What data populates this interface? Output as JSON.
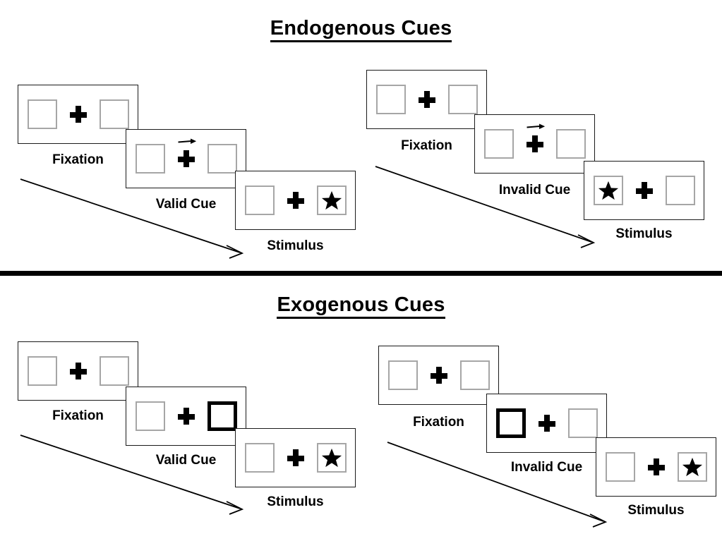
{
  "figure": {
    "sections": [
      {
        "id": "endogenous",
        "title": "Endogenous Cues",
        "sequences": [
          {
            "id": "endogenous-valid",
            "frames": [
              {
                "stage_label": "Fixation",
                "left_cell": "empty",
                "right_cell": "empty",
                "center": "fixation-cross"
              },
              {
                "stage_label": "Valid Cue",
                "left_cell": "empty",
                "right_cell": "empty",
                "center": "fixation-cross-with-right-arrow"
              },
              {
                "stage_label": "Stimulus",
                "left_cell": "empty",
                "right_cell": "star",
                "center": "fixation-cross"
              }
            ]
          },
          {
            "id": "endogenous-invalid",
            "frames": [
              {
                "stage_label": "Fixation",
                "left_cell": "empty",
                "right_cell": "empty",
                "center": "fixation-cross"
              },
              {
                "stage_label": "Invalid Cue",
                "left_cell": "empty",
                "right_cell": "empty",
                "center": "fixation-cross-with-right-arrow"
              },
              {
                "stage_label": "Stimulus",
                "left_cell": "star",
                "right_cell": "empty",
                "center": "fixation-cross"
              }
            ]
          }
        ]
      },
      {
        "id": "exogenous",
        "title": "Exogenous Cues",
        "sequences": [
          {
            "id": "exogenous-valid",
            "frames": [
              {
                "stage_label": "Fixation",
                "left_cell": "empty",
                "right_cell": "empty",
                "center": "fixation-cross"
              },
              {
                "stage_label": "Valid Cue",
                "left_cell": "empty",
                "right_cell": "flashed",
                "center": "fixation-cross"
              },
              {
                "stage_label": "Stimulus",
                "left_cell": "empty",
                "right_cell": "star",
                "center": "fixation-cross"
              }
            ]
          },
          {
            "id": "exogenous-invalid",
            "frames": [
              {
                "stage_label": "Fixation",
                "left_cell": "empty",
                "right_cell": "empty",
                "center": "fixation-cross"
              },
              {
                "stage_label": "Invalid Cue",
                "left_cell": "flashed",
                "right_cell": "empty",
                "center": "fixation-cross"
              },
              {
                "stage_label": "Stimulus",
                "left_cell": "empty",
                "right_cell": "star",
                "center": "fixation-cross"
              }
            ]
          }
        ]
      }
    ],
    "colors": {
      "background": "#ffffff",
      "panel_border": "#1a1a1a",
      "cell_border": "#a6a6a6",
      "cue_border": "#000000",
      "ink": "#000000",
      "divider": "#000000"
    }
  }
}
